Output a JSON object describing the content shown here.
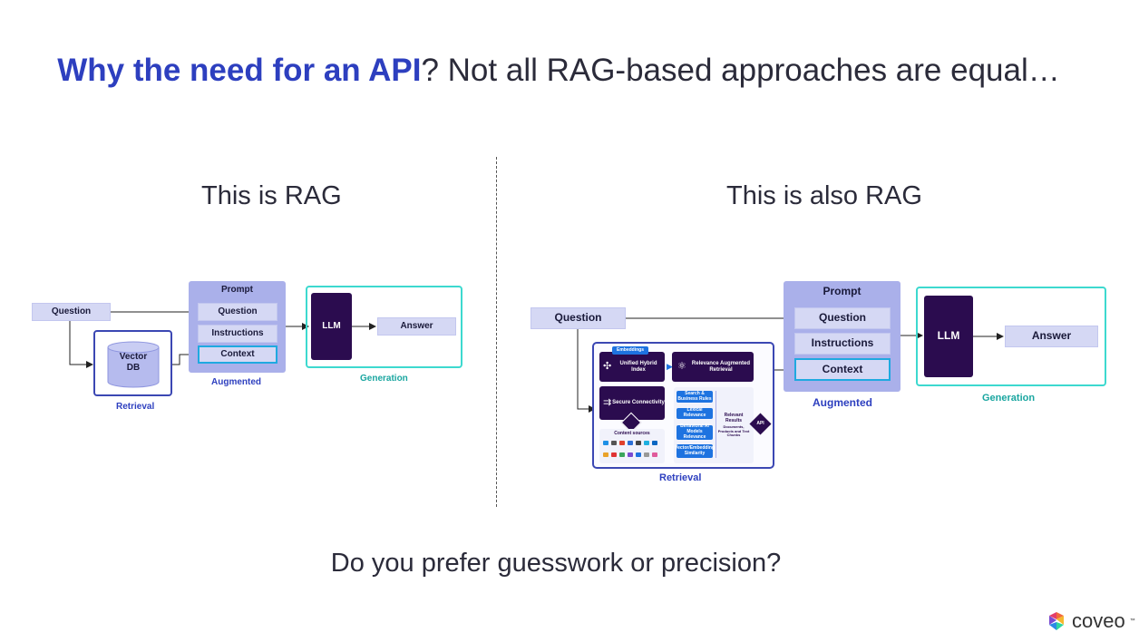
{
  "title": {
    "highlight": "Why the need for an API",
    "rest": "? Not all RAG-based approaches are equal…"
  },
  "left": {
    "heading": "This is RAG",
    "question": "Question",
    "prompt": "Prompt",
    "prompt_question": "Question",
    "instructions": "Instructions",
    "context": "Context",
    "augmented": "Augmented",
    "vector_db": "Vector DB",
    "retrieval": "Retrieval",
    "llm": "LLM",
    "answer": "Answer",
    "generation": "Generation"
  },
  "right": {
    "heading": "This is also RAG",
    "question": "Question",
    "prompt": "Prompt",
    "prompt_question": "Question",
    "instructions": "Instructions",
    "context": "Context",
    "augmented": "Augmented",
    "llm": "LLM",
    "answer": "Answer",
    "generation": "Generation",
    "retrieval": "Retrieval",
    "embeddings": "Embeddings",
    "unified_index": "Unified Hybrid Index",
    "relevance": "Relevance Augmented Retrieval",
    "secure": "Secure Connectivity",
    "content_sources": "Content sources",
    "search_rules": "Search & Business Rules",
    "lexical": "Lexical Relevance",
    "behavioral": "Behavioral AI Models Relevance",
    "vector_sim": "Vector/Embedding Similarity",
    "relevant_results": "Relevant Results",
    "results_detail": "Documents, Products and Text Chunks",
    "api": "API"
  },
  "caption": "Do you prefer guesswork or precision?",
  "logo": {
    "text": "coveo",
    "tm": "™"
  },
  "colors": {
    "accent": "#2d3fbf",
    "teal": "#2fd6cc",
    "dark": "#2b0c4f",
    "lavender": "#d5d8f4"
  }
}
